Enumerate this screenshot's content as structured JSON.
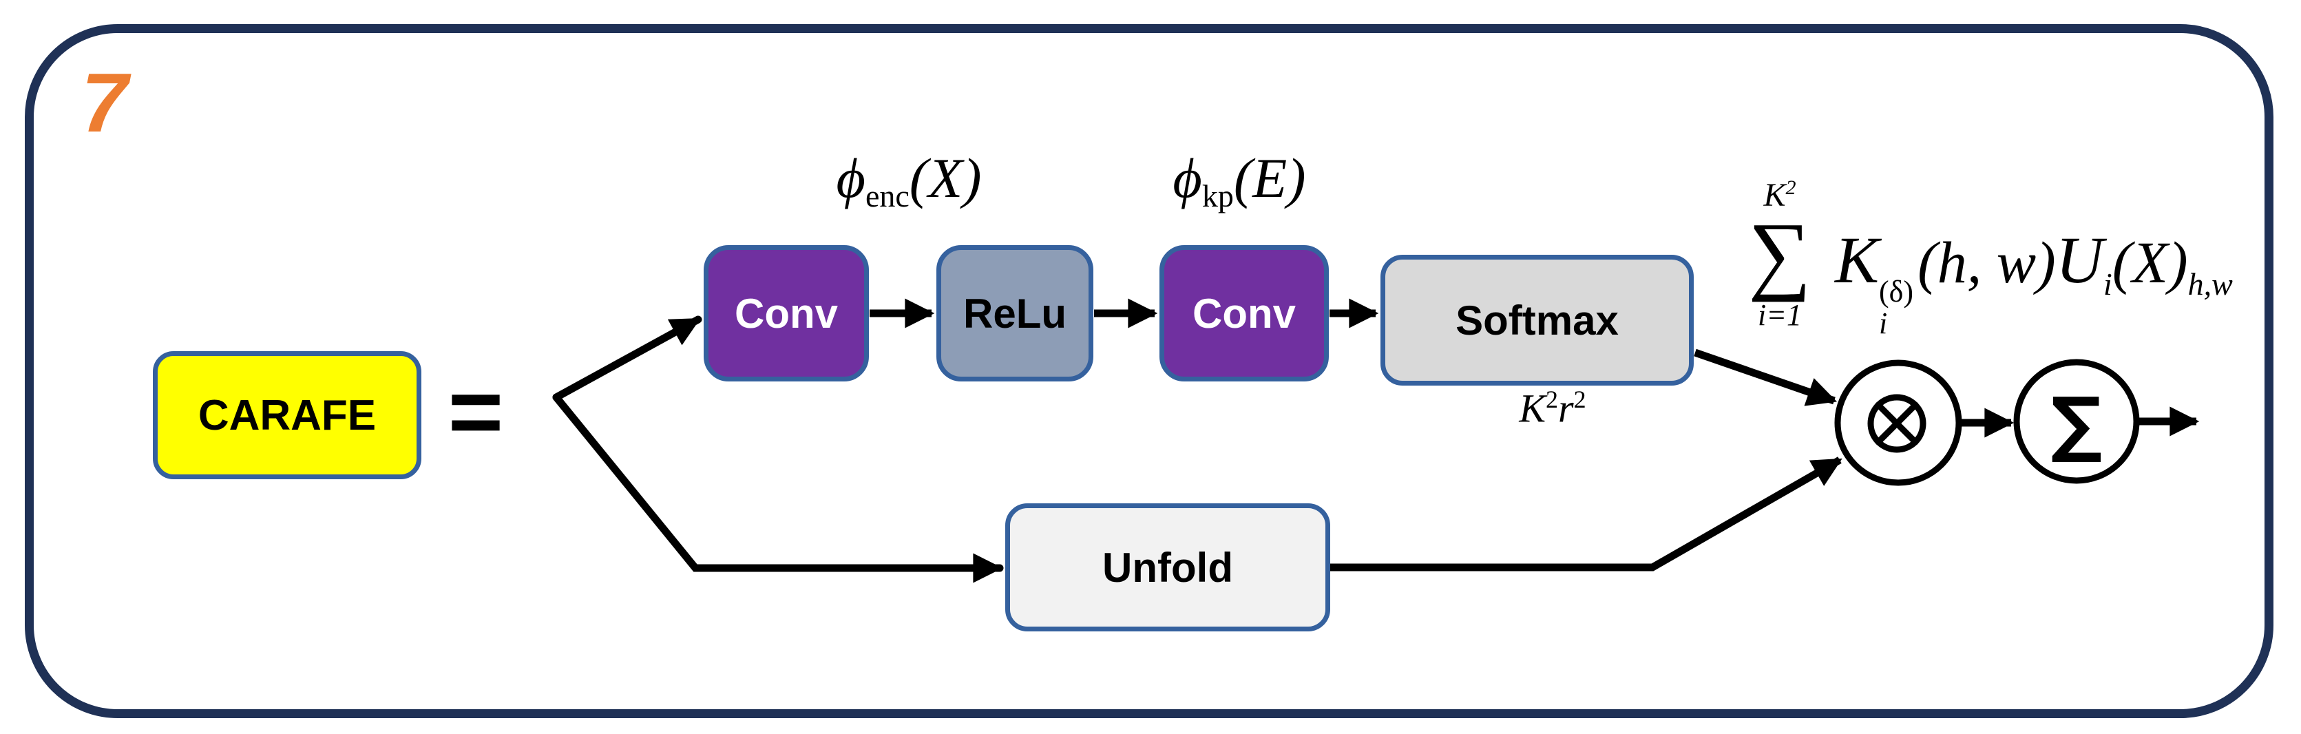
{
  "figure_label": "7",
  "equation": {
    "lhs_box": "CARAFE",
    "equals_sign": "="
  },
  "boxes": {
    "conv1": "Conv",
    "relu": "ReLu",
    "conv2": "Conv",
    "softmax": "Softmax",
    "unfold": "Unfold"
  },
  "labels": {
    "phi_enc": {
      "base": "ϕ",
      "sub": "enc",
      "args": "(X)"
    },
    "phi_kp": {
      "base": "ϕ",
      "sub": "kp",
      "args": "(E)"
    },
    "softmax_size": {
      "base1": "K",
      "exp1": "2",
      "base2": "r",
      "exp2": "2"
    }
  },
  "formula": {
    "reading": "sum over i=1..K^2 of K_i^(delta)(h, w) U_i(X)_{h,w}",
    "sum_upper_base": "K",
    "sum_upper_exp": "2",
    "sum_symbol": "∑",
    "sum_lower": "i=1",
    "kernel_base": "K",
    "kernel_sup": "(δ)",
    "kernel_sub": "i",
    "kernel_args": "(h, w)",
    "feat_base": "U",
    "feat_sub": "i",
    "feat_args": "(X)",
    "trailing_sub": "h,w"
  },
  "operators": {
    "multiply_node": "otimes (circled cross)",
    "sum_node_symbol": "∑"
  },
  "colors": {
    "frame_navy": "#1F3156",
    "box_border_blue": "#35619E",
    "conv_purple": "#7030A0",
    "relu_blue_gray": "#8D9DB6",
    "softmax_gray": "#D9D9D9",
    "unfold_light_gray": "#F2F2F2",
    "carafe_yellow": "#FFFF00",
    "figure_number_orange": "#ED7D31",
    "arrow_black": "#000000",
    "background": "#FFFFFF"
  }
}
